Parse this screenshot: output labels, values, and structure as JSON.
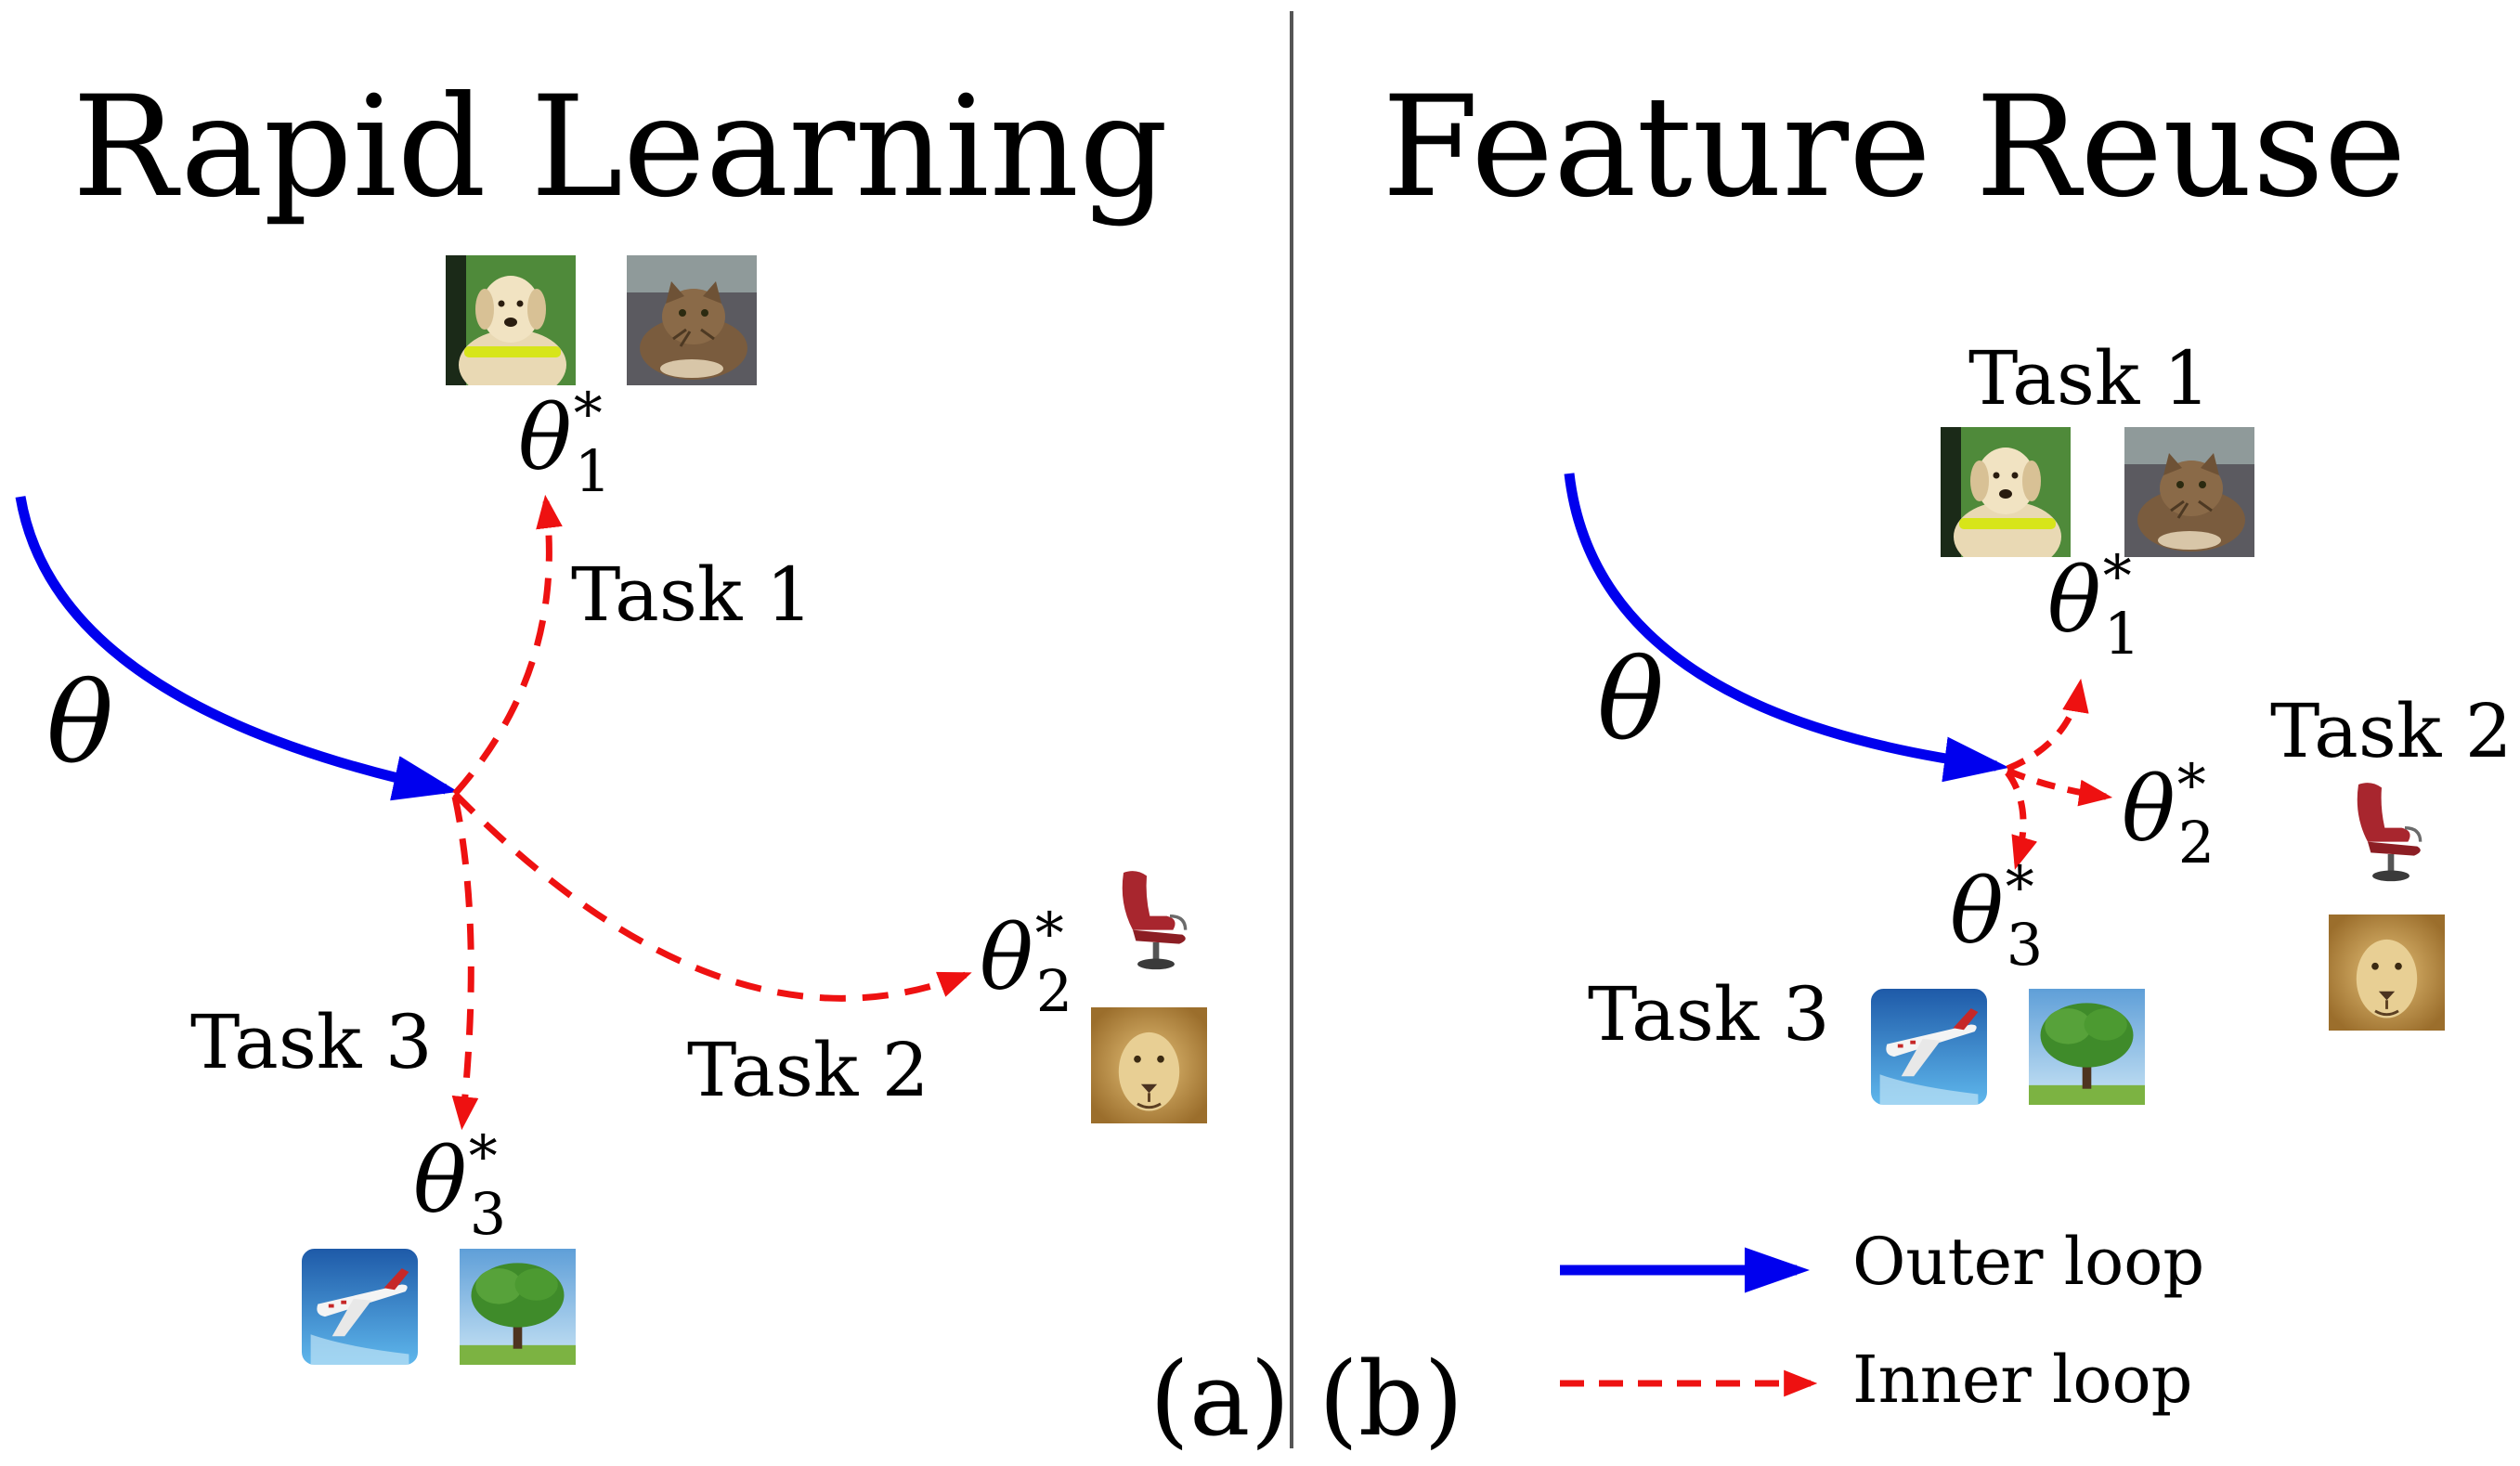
{
  "panels": {
    "left": {
      "title": "Rapid Learning",
      "label": "(a)",
      "theta": "θ",
      "task1": "Task 1",
      "task2": "Task 2",
      "task3": "Task 3",
      "theta1": "θ",
      "theta1_sub": "1",
      "theta2": "θ",
      "theta2_sub": "2",
      "theta3": "θ",
      "theta3_sub": "3",
      "star": "*"
    },
    "right": {
      "title": "Feature Reuse",
      "label": "(b)",
      "theta": "θ",
      "task1": "Task 1",
      "task2": "Task 2",
      "task3": "Task 3",
      "theta1": "θ",
      "theta1_sub": "1",
      "theta2": "θ",
      "theta2_sub": "2",
      "theta3": "θ",
      "theta3_sub": "3",
      "star": "*"
    }
  },
  "legend": {
    "outer": "Outer loop",
    "inner": "Inner loop"
  },
  "colors": {
    "outer_loop": "#0000ee",
    "inner_loop": "#ee1111",
    "divider": "#555555"
  },
  "icons": [
    "dog-image",
    "cat-image",
    "chair-image",
    "lion-image",
    "airplane-image",
    "tree-image"
  ]
}
